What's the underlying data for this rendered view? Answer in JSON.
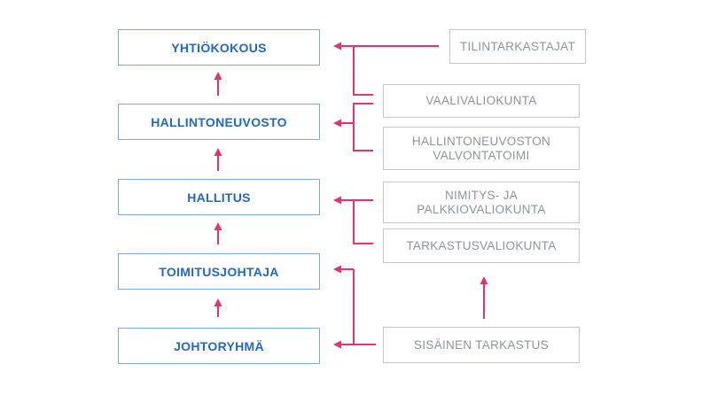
{
  "diagram": {
    "type": "org-chart",
    "language": "fi",
    "colors": {
      "primary_border": "#7ea8d8",
      "primary_text": "#2169c1",
      "secondary_border": "#c2c7cc",
      "secondary_text": "#8b95a1",
      "connector": "#e6336f",
      "background": "#ffffff"
    },
    "primary_nodes": [
      {
        "id": "yhtiokokous",
        "label": "YHTIÖKOKOUS"
      },
      {
        "id": "hallintoneuvosto",
        "label": "HALLINTONEUVOSTO"
      },
      {
        "id": "hallitus",
        "label": "HALLITUS"
      },
      {
        "id": "toimitusjohtaja",
        "label": "TOIMITUSJOHTAJA"
      },
      {
        "id": "johtoryhma",
        "label": "JOHTORYHMÄ"
      }
    ],
    "secondary_nodes": [
      {
        "id": "tilintarkastajat",
        "label": "TILINTARKASTAJAT"
      },
      {
        "id": "vaalivaliokunta",
        "label": "VAALIVALIOKUNTA"
      },
      {
        "id": "hallintoneuvoston-valvontatoimi",
        "label": "HALLINTONEUVOSTON VALVONTATOIMI"
      },
      {
        "id": "nimitys-ja-palkkiovaliokunta",
        "label": "NIMITYS- JA PALKKIOVALIOKUNTA"
      },
      {
        "id": "tarkastusvaliokunta",
        "label": "TARKASTUSVALIOKUNTA"
      },
      {
        "id": "sisainen-tarkastus",
        "label": "SISÄINEN TARKASTUS"
      }
    ],
    "edges": [
      {
        "from": "johtoryhma",
        "to": "toimitusjohtaja"
      },
      {
        "from": "toimitusjohtaja",
        "to": "hallitus"
      },
      {
        "from": "hallitus",
        "to": "hallintoneuvosto"
      },
      {
        "from": "hallintoneuvosto",
        "to": "yhtiokokous"
      },
      {
        "from": "tilintarkastajat",
        "to": "yhtiokokous"
      },
      {
        "from": "vaalivaliokunta",
        "to": "yhtiokokous"
      },
      {
        "from": "vaalivaliokunta",
        "to": "hallintoneuvosto"
      },
      {
        "from": "hallintoneuvoston-valvontatoimi",
        "to": "hallintoneuvosto"
      },
      {
        "from": "nimitys-ja-palkkiovaliokunta",
        "to": "hallitus"
      },
      {
        "from": "tarkastusvaliokunta",
        "to": "hallitus"
      },
      {
        "from": "sisainen-tarkastus",
        "to": "toimitusjohtaja"
      },
      {
        "from": "sisainen-tarkastus",
        "to": "johtoryhma"
      },
      {
        "from": "sisainen-tarkastus",
        "to": "tarkastusvaliokunta"
      }
    ]
  }
}
